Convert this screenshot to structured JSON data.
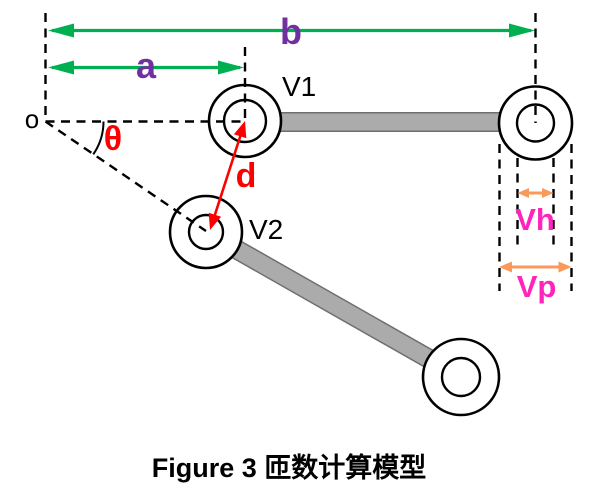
{
  "figure": {
    "caption": "Figure 3 匝数计算模型",
    "labels": {
      "origin": "o",
      "theta": "θ",
      "dim_a": "a",
      "dim_b": "b",
      "distance": "d",
      "pulley1": "V1",
      "pulley2": "V2",
      "hub_width": "Vh",
      "pulley_width": "Vp"
    },
    "colors": {
      "dimension_green": "#00B050",
      "label_purple": "#7030A0",
      "accent_red": "#FF0000",
      "width_arrow_orange": "#F9995C",
      "width_label_magenta": "#FF24BC",
      "bar_fill_gray": "#ABABAB",
      "bar_edge_gray": "#6F6F6F",
      "line_black": "#000000"
    }
  }
}
